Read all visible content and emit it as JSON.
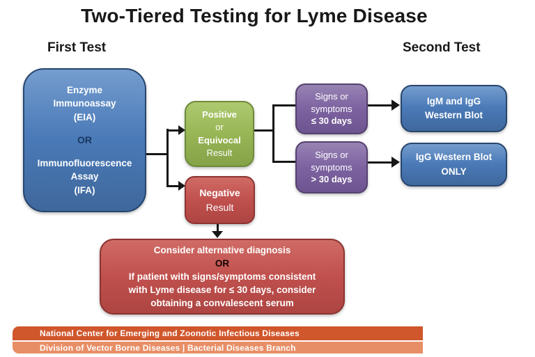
{
  "page": {
    "title": "Two-Tiered Testing for Lyme Disease",
    "first_test_label": "First Test",
    "second_test_label": "Second Test"
  },
  "boxes": {
    "first_test": {
      "top": "Enzyme\nImmunoassay\n(EIA)",
      "or": "OR",
      "bottom": "Immunofluorescence\nAssay\n(IFA)"
    },
    "positive": {
      "line1": "Positive",
      "line2": "or",
      "line3": "Equivocal",
      "line4": "Result"
    },
    "negative": {
      "line1": "Negative",
      "line2": "Result"
    },
    "signs_30_or_less": {
      "top": "Signs or\nsymptoms",
      "bold": "≤ 30 days"
    },
    "signs_over_30": {
      "top": "Signs or\nsymptoms",
      "bold": "> 30 days"
    },
    "igm_igg": "IgM  and IgG\nWestern Blot",
    "igg_only": "IgG Western Blot\nONLY",
    "alternative": {
      "line1": "Consider alternative diagnosis",
      "or": "OR",
      "line2": "If patient with signs/symptoms consistent\nwith Lyme disease for ≤ 30 days, consider\nobtaining a convalescent serum"
    }
  },
  "footer": {
    "bar1": "National Center for Emerging and Zoonotic Infectious Diseases",
    "bar2": "Division of Vector Borne Diseases | Bacterial Diseases Branch"
  },
  "colors": {
    "blue": "#4a7ab8",
    "green": "#98b656",
    "red": "#c0504d",
    "purple": "#7d62a0",
    "orange_dark": "#d0562b",
    "orange_light": "#e88e66",
    "connector": "#161616"
  }
}
